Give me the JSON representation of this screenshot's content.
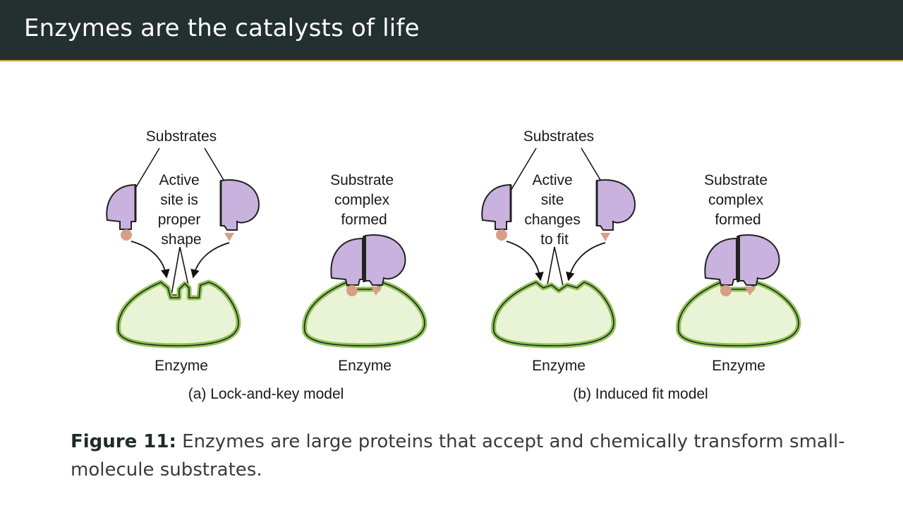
{
  "slide": {
    "title": "Enzymes are the catalysts of life"
  },
  "figure": {
    "panel_a": {
      "substrates_label": "Substrates",
      "active_site_lines": [
        "Active",
        "site is",
        "proper",
        "shape"
      ],
      "complex_lines": [
        "Substrate",
        "complex",
        "formed"
      ],
      "enzyme_left": "Enzyme",
      "enzyme_right": "Enzyme",
      "caption": "(a) Lock-and-key model"
    },
    "panel_b": {
      "substrates_label": "Substrates",
      "active_site_lines": [
        "Active",
        "site",
        "changes",
        "to fit"
      ],
      "complex_lines": [
        "Substrate",
        "complex",
        "formed"
      ],
      "enzyme_left": "Enzyme",
      "enzyme_right": "Enzyme",
      "caption": "(b) Induced fit model"
    },
    "colors": {
      "enzyme_fill": "#e9f4d6",
      "enzyme_stroke": "#8fc456",
      "substrate_fill": "#c9b2dd",
      "tip_fill": "#d79f86"
    }
  },
  "caption": {
    "label": "Figure 11:",
    "text": " Enzymes are large proteins that accept and chemically transform small-molecule substrates."
  }
}
